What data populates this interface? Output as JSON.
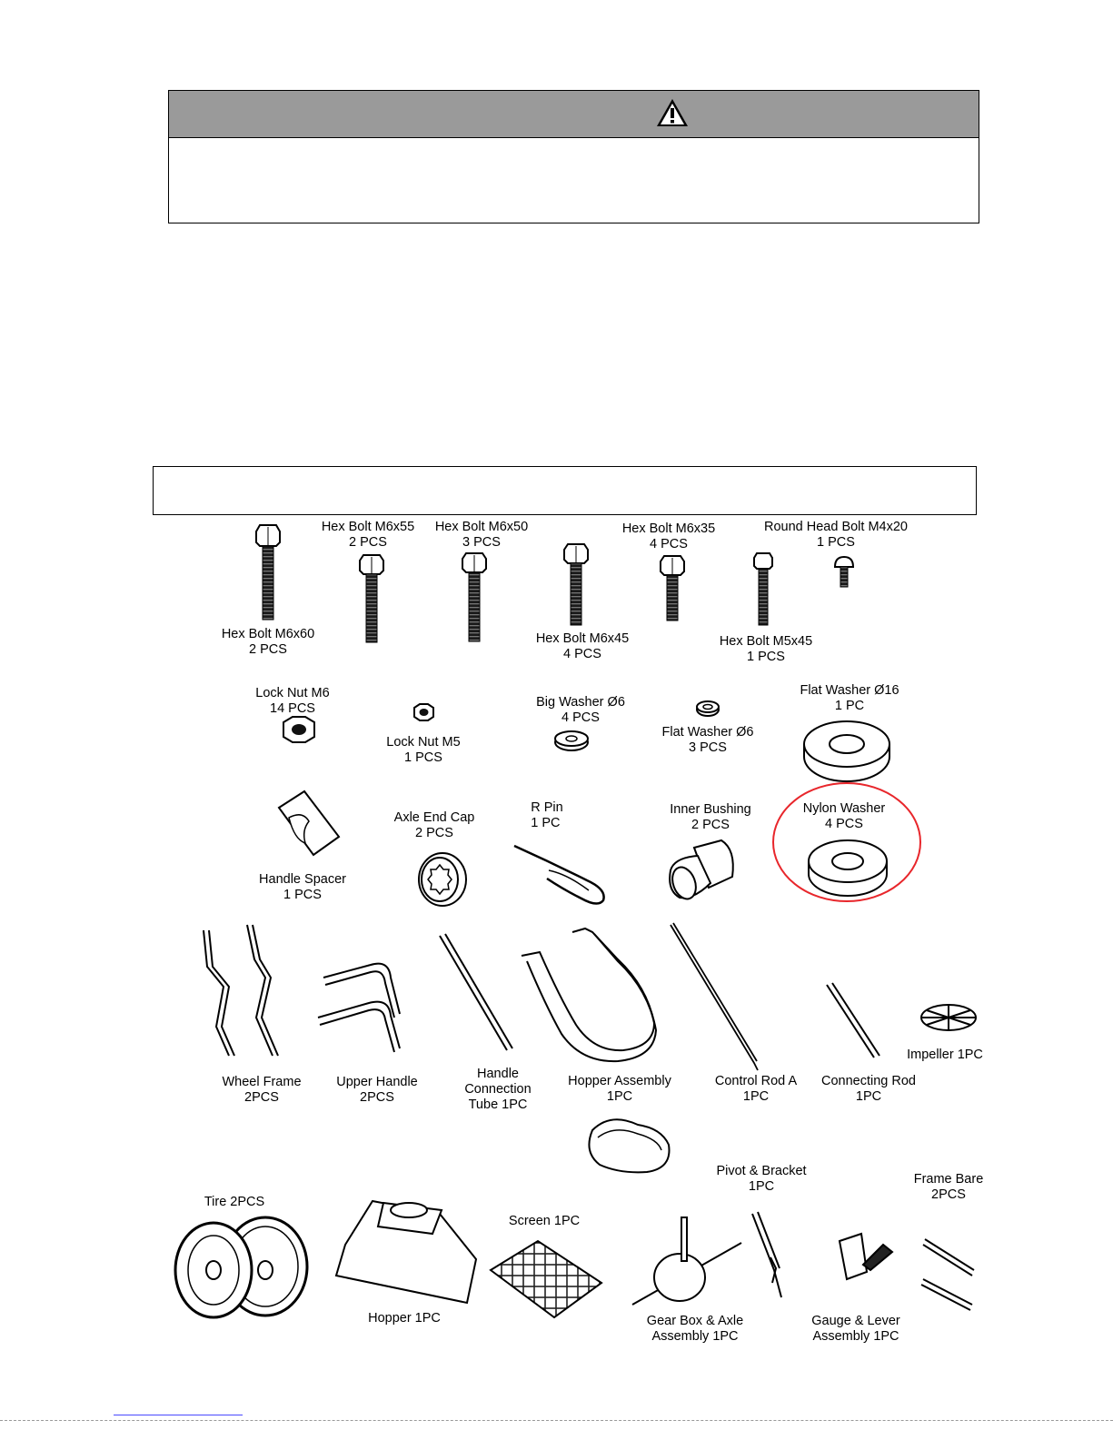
{
  "warning": {
    "icon": "warning-triangle-icon",
    "head_color": "#9a9a9a"
  },
  "parts": {
    "hex_bolt_m6x60": {
      "name": "Hex Bolt  M6x60",
      "qty": "2 PCS"
    },
    "hex_bolt_m6x55": {
      "name": "Hex Bolt  M6x55",
      "qty": "2 PCS"
    },
    "hex_bolt_m6x50": {
      "name": "Hex Bolt  M6x50",
      "qty": "3 PCS"
    },
    "hex_bolt_m6x45": {
      "name": "Hex Bolt  M6x45",
      "qty": "4 PCS"
    },
    "hex_bolt_m6x35": {
      "name": "Hex Bolt  M6x35",
      "qty": "4 PCS"
    },
    "hex_bolt_m5x45": {
      "name": "Hex Bolt  M5x45",
      "qty": "1 PCS"
    },
    "round_head_bolt": {
      "name": "Round Head Bolt  M4x20",
      "qty": "1 PCS"
    },
    "lock_nut_m6": {
      "name": "Lock Nut  M6",
      "qty": "14 PCS"
    },
    "lock_nut_m5": {
      "name": "Lock Nut  M5",
      "qty": "1 PCS"
    },
    "big_washer": {
      "name": "Big Washer Ø6",
      "qty": "4 PCS"
    },
    "flat_washer_6": {
      "name": "Flat Washer Ø6",
      "qty": "3 PCS"
    },
    "flat_washer_16": {
      "name": "Flat Washer Ø16",
      "qty": "1 PC"
    },
    "handle_spacer": {
      "name": "Handle Spacer",
      "qty": "1 PCS"
    },
    "axle_end_cap": {
      "name": "Axle End Cap",
      "qty": "2 PCS"
    },
    "r_pin": {
      "name": "R Pin",
      "qty": "1 PC"
    },
    "inner_bushing": {
      "name": "Inner Bushing",
      "qty": "2 PCS"
    },
    "nylon_washer": {
      "name": "Nylon Washer",
      "qty": "4 PCS",
      "highlight_color": "#e8262b"
    },
    "wheel_frame": {
      "name": "Wheel Frame",
      "qty": "2PCS"
    },
    "upper_handle": {
      "name": "Upper Handle",
      "qty": "2PCS"
    },
    "handle_tube": {
      "line1": "Handle",
      "line2": "Connection",
      "line3": "Tube 1PC"
    },
    "hopper_assembly": {
      "name": "Hopper Assembly",
      "qty": "1PC"
    },
    "control_rod": {
      "name": "Control Rod A",
      "qty": "1PC"
    },
    "connecting_rod": {
      "name": "Connecting Rod",
      "qty": "1PC"
    },
    "impeller": {
      "label": "Impeller  1PC"
    },
    "pivot_bracket": {
      "name": "Pivot & Bracket",
      "qty": "1PC"
    },
    "frame_bare": {
      "name": "Frame Bare",
      "qty": "2PCS"
    },
    "tire": {
      "label": "Tire 2PCS"
    },
    "hopper": {
      "label": "Hopper 1PC"
    },
    "screen": {
      "label": "Screen 1PC"
    },
    "gear_box": {
      "line1": "Gear  Box & Axle",
      "line2": "Assembly 1PC"
    },
    "gauge_lever": {
      "line1": "Gauge & Lever",
      "line2": "Assembly 1PC"
    }
  }
}
